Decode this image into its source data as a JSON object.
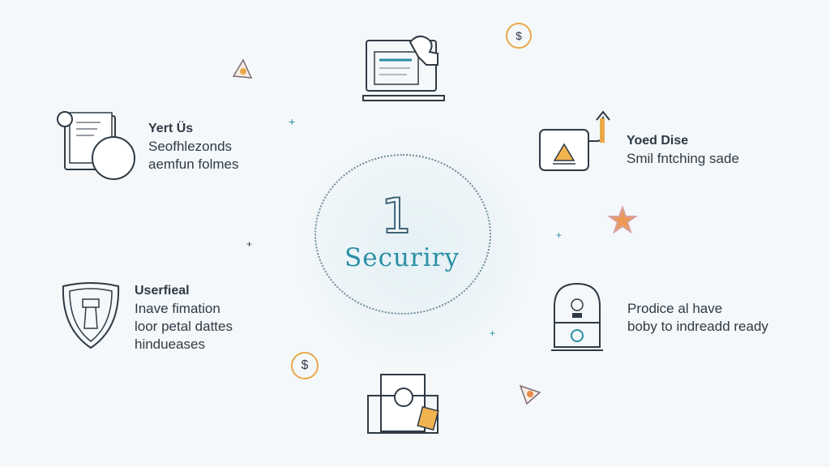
{
  "center": {
    "number": "1",
    "title": "Securiry"
  },
  "features": [
    {
      "title": "Yert Üs",
      "lines": [
        "Seofhlezonds",
        "aemfun folmes"
      ]
    },
    {
      "title": "Userfieal",
      "lines": [
        "Inave fimation",
        "loor petal dattes",
        "hindueases"
      ]
    },
    {
      "title": "Yoed Dise",
      "lines": [
        "Smil fntching sade"
      ]
    },
    {
      "title": "",
      "lines": [
        "Prodice al have",
        "boby to indreadd ready"
      ]
    }
  ],
  "badges": {
    "dollar": "$"
  },
  "colors": {
    "accent": "#2a8fa6",
    "line": "#2f3a45",
    "orange": "#e9a94a",
    "bg": "#f4f8fa"
  }
}
